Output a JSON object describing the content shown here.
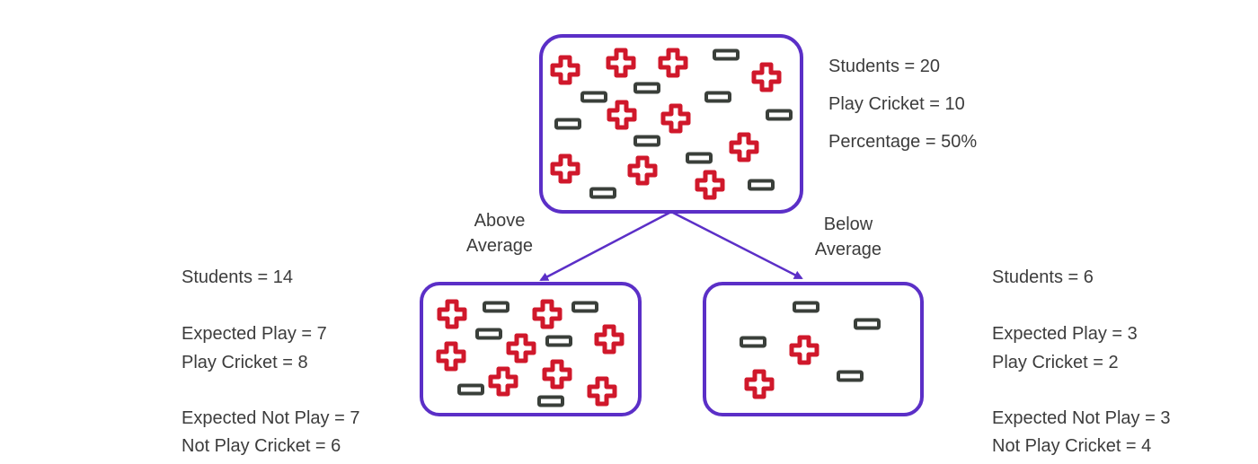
{
  "colors": {
    "box_border": "#5b2fc7",
    "arrow": "#5b2fc7",
    "plus_outline": "#d0182b",
    "minus_outline": "#3a3f3a",
    "text": "#3c3c3c"
  },
  "icons": {
    "positive": "plus-icon",
    "negative": "minus-icon"
  },
  "root": {
    "students": "Students = 20",
    "play_cricket": "Play Cricket = 10",
    "percentage": "Percentage = 50%",
    "plus_count": 10,
    "minus_count": 10
  },
  "branches": {
    "left_label_line1": "Above",
    "left_label_line2": "Average",
    "right_label_line1": "Below",
    "right_label_line2": "Average"
  },
  "left_node": {
    "students": "Students = 14",
    "expected_play": "Expected Play = 7",
    "play_cricket": "Play Cricket = 8",
    "expected_not_play": "Expected Not Play = 7",
    "not_play_cricket": "Not Play Cricket = 6",
    "plus_count": 8,
    "minus_count": 6
  },
  "right_node": {
    "students": "Students = 6",
    "expected_play": "Expected Play = 3",
    "play_cricket": "Play Cricket = 2",
    "expected_not_play": "Expected Not Play = 3",
    "not_play_cricket": "Not Play Cricket = 4",
    "plus_count": 2,
    "minus_count": 4
  }
}
